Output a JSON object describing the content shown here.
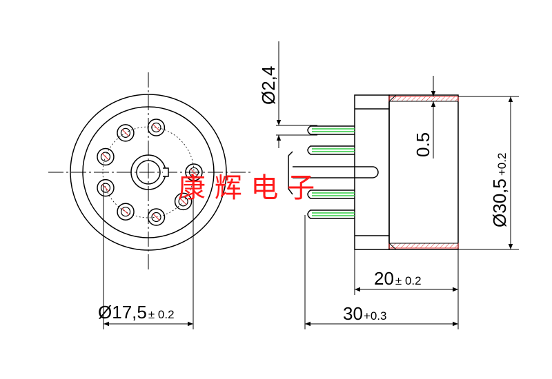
{
  "dimensions": {
    "pin_diameter": {
      "symbol": "Ø",
      "value": "2,4"
    },
    "wall_thickness": {
      "value": "0.5"
    },
    "body_diameter": {
      "symbol": "Ø",
      "value": "30,5",
      "tolerance": "+0.2"
    },
    "pin_circle_diameter": {
      "symbol": "Ø",
      "value": "17,5",
      "tolerance": "± 0.2"
    },
    "body_length": {
      "value": "20",
      "tolerance": "± 0.2"
    },
    "total_length": {
      "value": "30",
      "tolerance": "+0.3"
    }
  },
  "watermark": {
    "text": "康 辉 电 子"
  },
  "colors": {
    "line": "#000000",
    "pin_fill": "#2ecc40",
    "hatch": "#e03030",
    "watermark": "#ff1a1a",
    "pin_hole_mark": "#e03030"
  },
  "pin_count": 8
}
